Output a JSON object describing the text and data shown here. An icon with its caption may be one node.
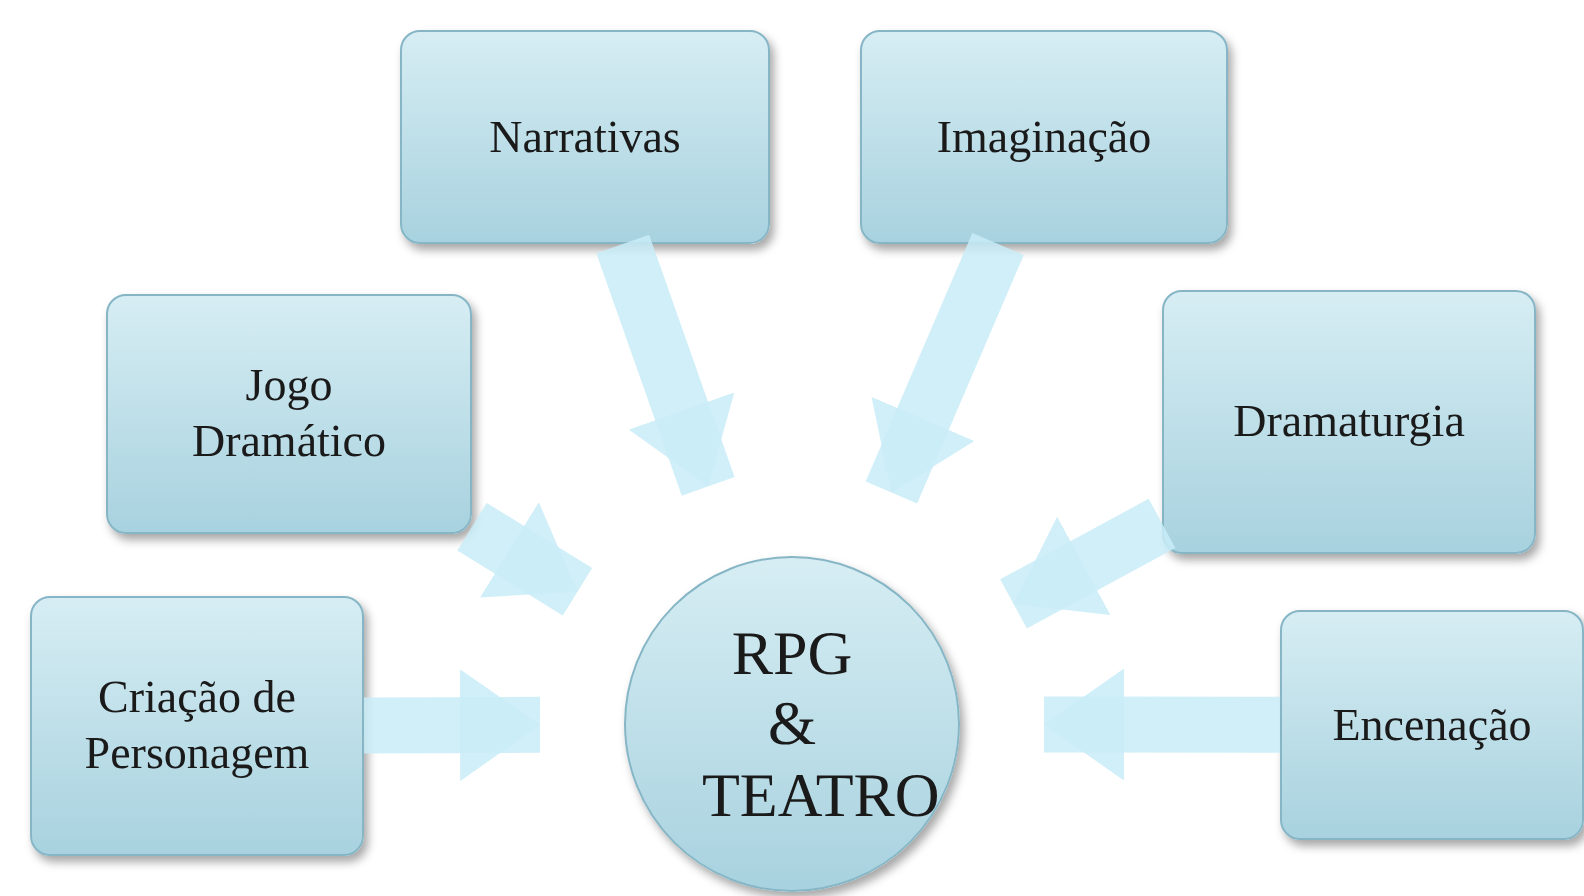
{
  "diagram": {
    "nodes": [
      {
        "text": [
          "RPG & TEATRO"
        ]
      },
      {
        "text": [
          "Criação de Personagem"
        ]
      },
      {
        "text": [
          "Jogo Dramático"
        ]
      },
      {
        "text": [
          "Narrativas"
        ]
      },
      {
        "text": [
          "Imaginação"
        ]
      },
      {
        "text": [
          "Dramaturgia"
        ]
      },
      {
        "text": [
          "Encenação"
        ]
      }
    ],
    "edges": [
      {
        "from": 1,
        "to": 0,
        "arrow": "to"
      },
      {
        "from": 2,
        "to": 0,
        "arrow": "to"
      },
      {
        "from": 3,
        "to": 0,
        "arrow": "to"
      },
      {
        "from": 4,
        "to": 0,
        "arrow": "to"
      },
      {
        "from": 5,
        "to": 0,
        "arrow": "to"
      },
      {
        "from": 6,
        "to": 0,
        "arrow": "to"
      }
    ]
  }
}
